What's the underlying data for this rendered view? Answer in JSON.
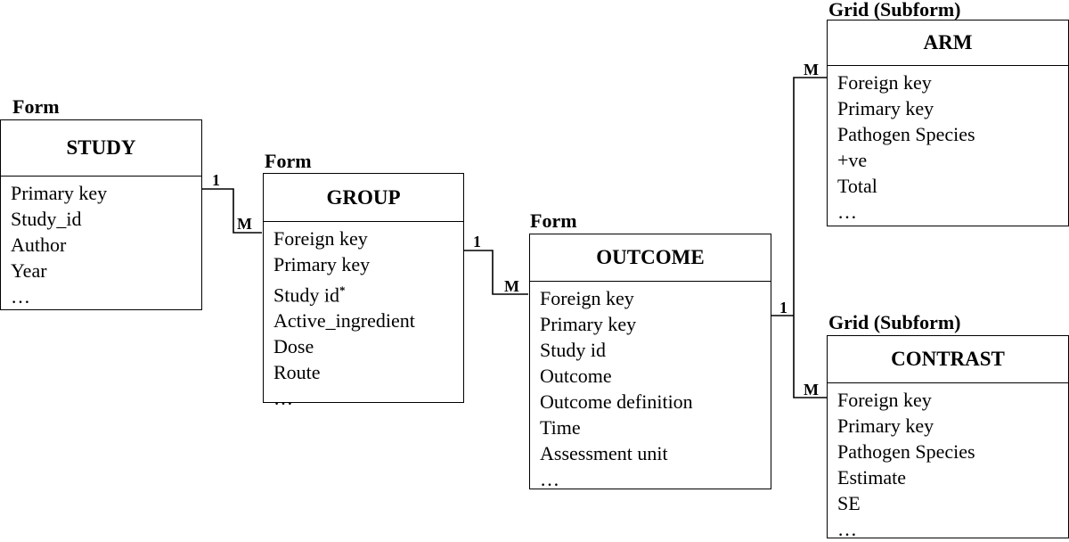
{
  "entities": {
    "study": {
      "header": "Form",
      "title": "STUDY",
      "fields": [
        "Primary key",
        "Study_id",
        "Author",
        "Year",
        "…"
      ]
    },
    "group": {
      "header": "Form",
      "title": "GROUP",
      "fields": [
        "Foreign key",
        "Primary key",
        "Study id",
        "Active_ingredient",
        "Dose",
        "Route",
        "…"
      ],
      "study_id_marker": "*"
    },
    "outcome": {
      "header": "Form",
      "title": "OUTCOME",
      "fields": [
        "Foreign key",
        "Primary key",
        "Study id",
        "Outcome",
        "Outcome definition",
        "Time",
        "Assessment unit",
        "…"
      ]
    },
    "arm": {
      "header": "Grid (Subform)",
      "title": "ARM",
      "fields": [
        "Foreign key",
        "Primary key",
        "Pathogen Species",
        "+ve",
        "Total",
        "…"
      ]
    },
    "contrast": {
      "header": "Grid (Subform)",
      "title": "CONTRAST",
      "fields": [
        "Foreign key",
        "Primary key",
        "Pathogen Species",
        "Estimate",
        "SE",
        "…"
      ]
    }
  },
  "relationships": {
    "study_group": {
      "one": "1",
      "many": "M"
    },
    "group_outcome": {
      "one": "1",
      "many": "M"
    },
    "outcome_arm": {
      "many": "M"
    },
    "outcome_contrast": {
      "one": "1",
      "many": "M"
    }
  }
}
